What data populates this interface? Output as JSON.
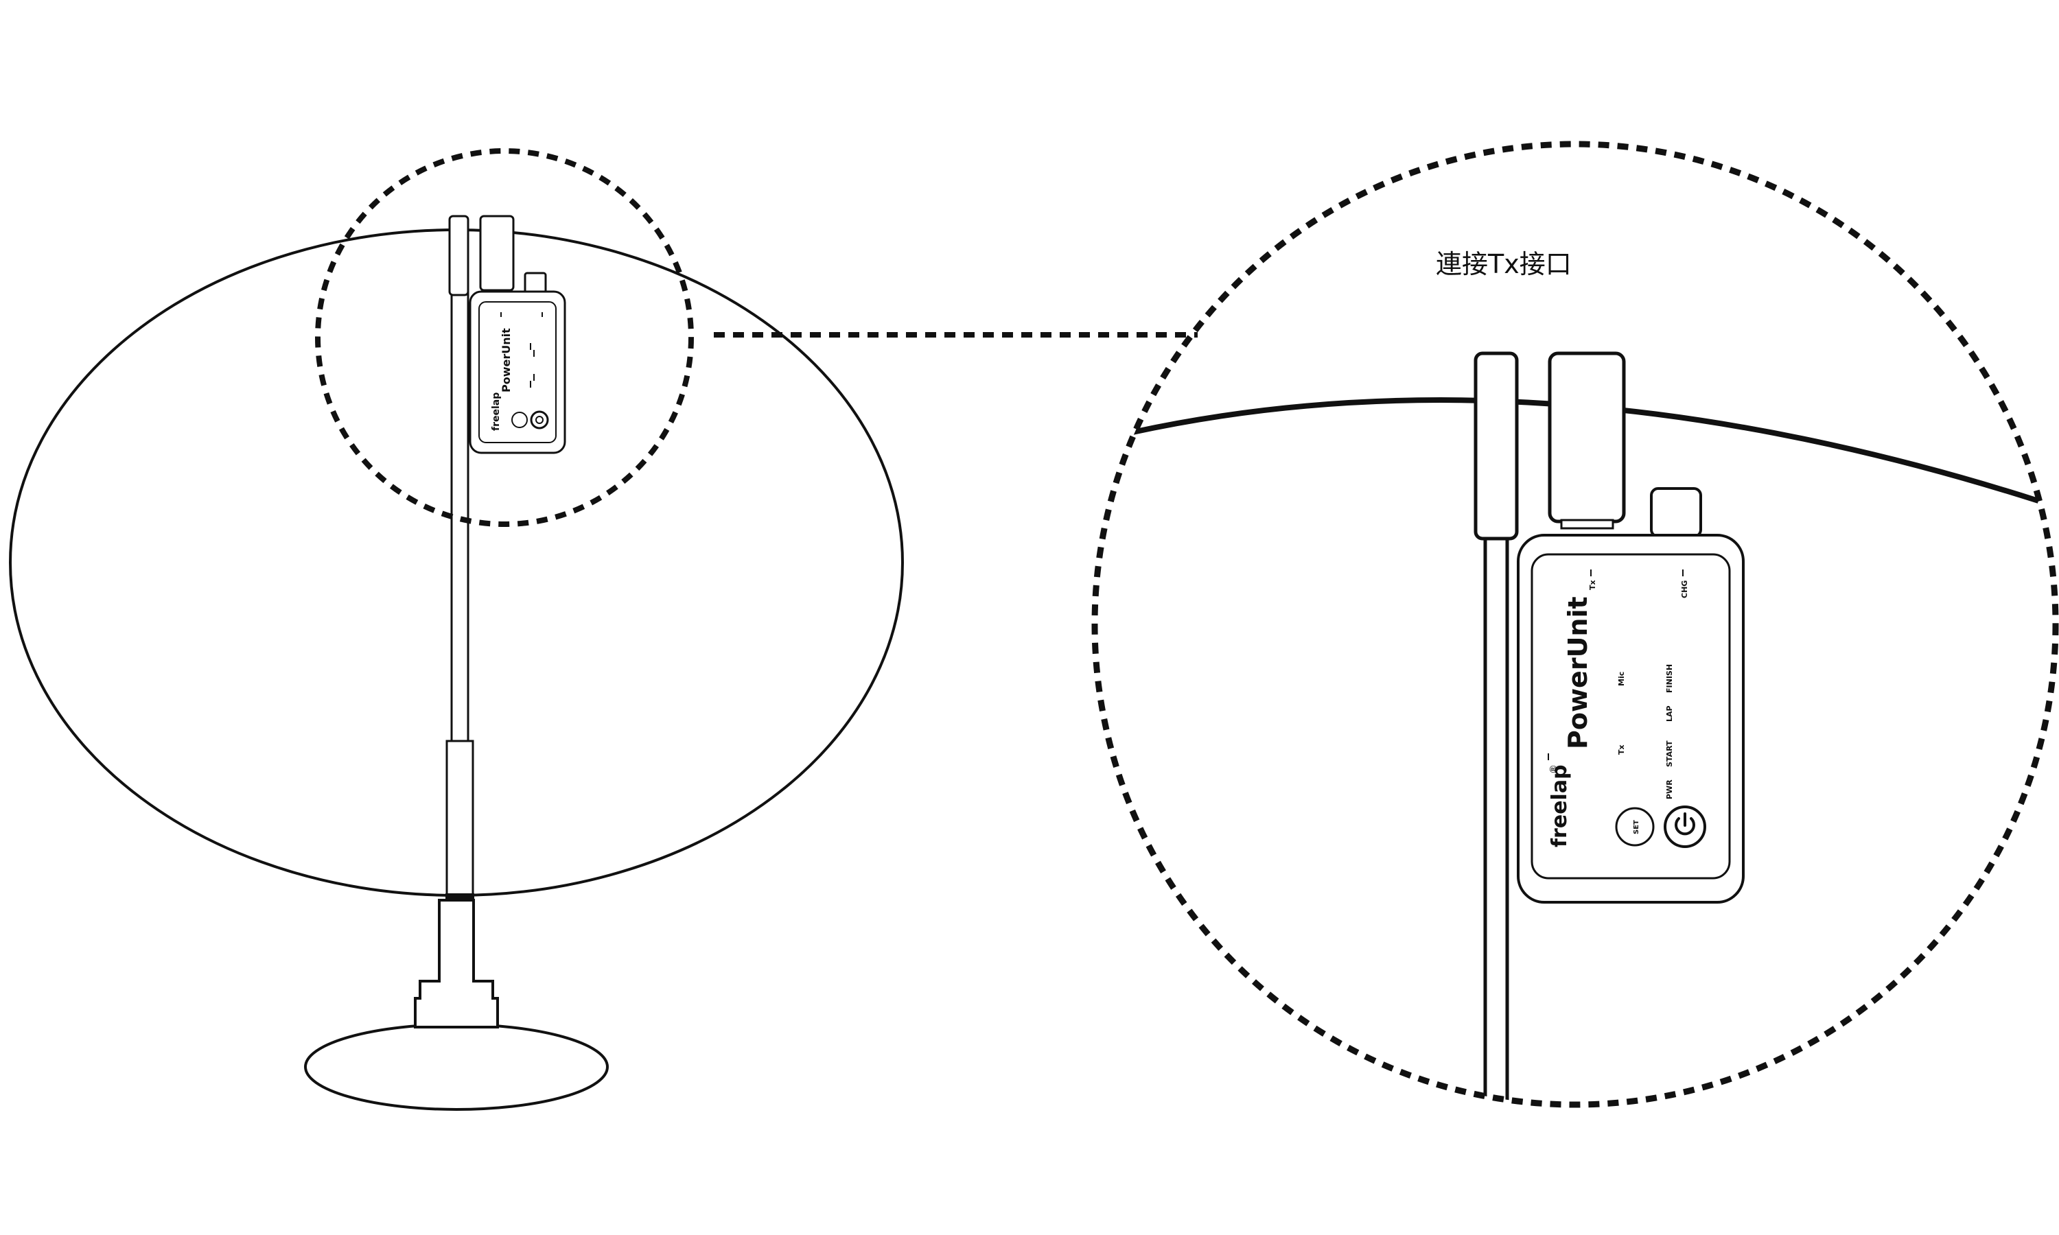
{
  "diagram": {
    "caption": "連接Tx接口",
    "device": {
      "brand": "freelap",
      "registered_mark": "®",
      "product": "PowerUnit",
      "labels": {
        "tx_top": "Tx",
        "chg": "CHG",
        "mic": "Mic",
        "tx": "Tx",
        "pwr": "PWR",
        "start": "START",
        "lap": "LAP",
        "finish": "FINISH",
        "set": "SET"
      },
      "icons": [
        "power-icon",
        "set-button"
      ]
    },
    "colors": {
      "line": "#111111",
      "background": "#ffffff"
    }
  }
}
